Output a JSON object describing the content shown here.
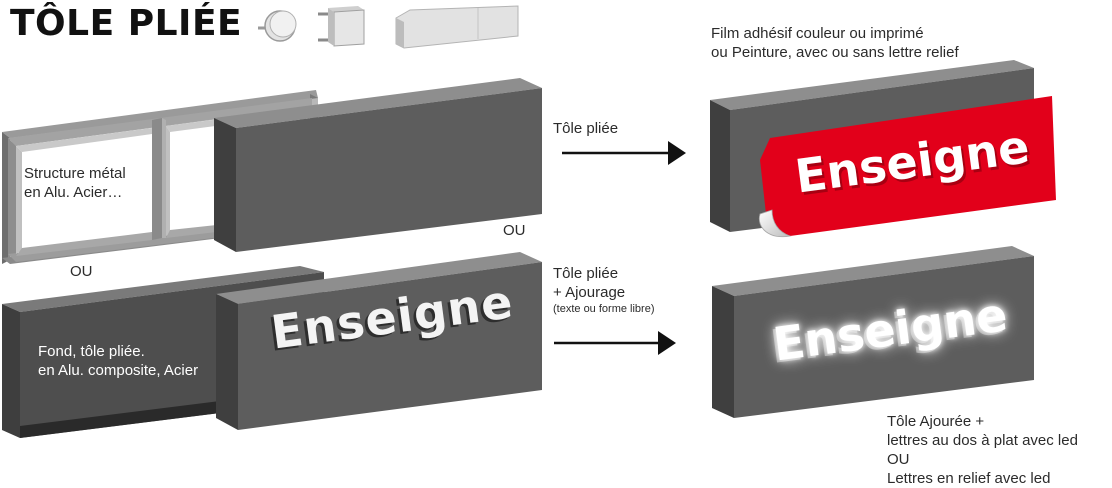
{
  "title": "TÔLE PLIÉE",
  "labels": {
    "structure": [
      "Structure métal",
      "en Alu. Acier…"
    ],
    "fond": [
      "Fond, tôle pliée.",
      "en Alu. composite, Acier"
    ],
    "ou_left": "OU",
    "ou_middle": "OU",
    "arrow_top": "Tôle pliée",
    "arrow_bottom": [
      "Tôle pliée",
      "+ Ajourage"
    ],
    "arrow_bottom_note": "(texte ou forme libre)",
    "film": [
      "Film adhésif couleur ou imprimé",
      "ou Peinture, avec ou sans lettre relief"
    ],
    "bottom_right": [
      "Tôle Ajourée +",
      "lettres au dos à plat avec led",
      "OU",
      "Lettres en relief avec led"
    ]
  },
  "sign_text": {
    "middle_sign": "Enseigne",
    "red_sign": "Enseigne",
    "lit_sign": "Enseigne"
  },
  "colors": {
    "panel_dark": "#4a4a4a",
    "panel_top": "#8e8e8e",
    "panel_side": "#3a3a3a",
    "panel_front": "#5c5c5c",
    "red": "#e2001a",
    "arrow": "#111111"
  }
}
